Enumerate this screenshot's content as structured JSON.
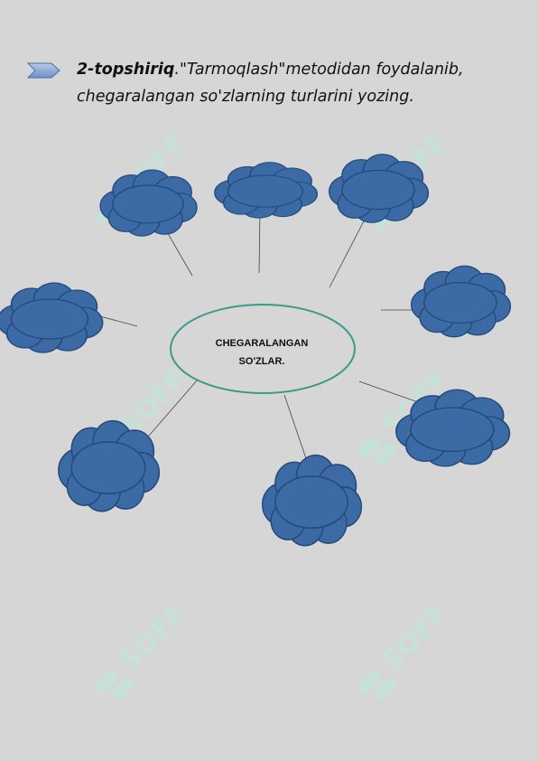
{
  "task": {
    "number_label": "2-topshiriq",
    "instruction_rest": ".\"Tarmoqlash\"metodidan foydalanib, chegaralangan so'zlarning turlarini yozing."
  },
  "diagram": {
    "center_line1": "CHEGARALANGAN",
    "center_line2": "SO'ZLAR.",
    "cloud_color": "#3b6aa5",
    "cloud_stroke": "#24497a",
    "ellipse_stroke": "#3a9a8a"
  },
  "watermark": {
    "text": "SOFF",
    "color": "#b9ecd6"
  }
}
